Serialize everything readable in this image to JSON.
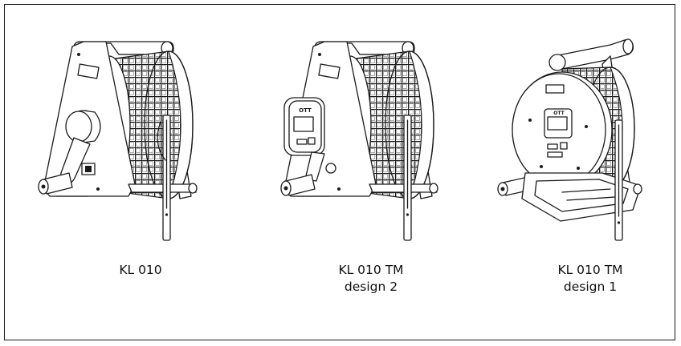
{
  "products": [
    {
      "id": "kl010",
      "caption_lines": [
        "KL 010"
      ]
    },
    {
      "id": "kl010tm2",
      "caption_lines": [
        "KL 010 TM",
        "design 2"
      ]
    },
    {
      "id": "kl010tm1",
      "caption_lines": [
        "KL 010 TM",
        "design 1"
      ]
    }
  ],
  "device_brand": "OTT"
}
